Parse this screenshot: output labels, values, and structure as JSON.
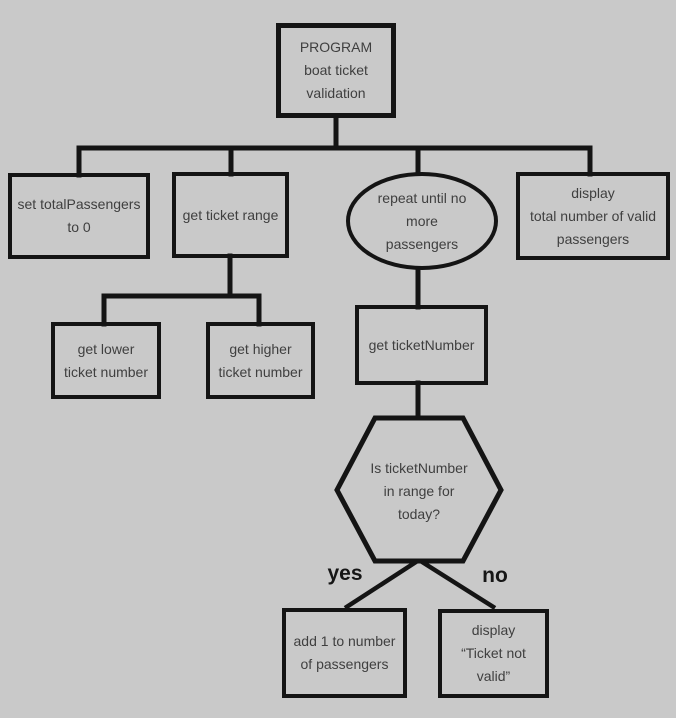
{
  "colors": {
    "background": "#c9c9c9",
    "line": "#141414",
    "text": "#3f3f3f"
  },
  "nodes": {
    "program": {
      "shape": "rectangle",
      "label": "PROGRAM\nboat ticket\nvalidation"
    },
    "set_total": {
      "shape": "rectangle",
      "label": "set totalPassengers\nto 0"
    },
    "get_range": {
      "shape": "rectangle",
      "label": "get ticket range"
    },
    "repeat_loop": {
      "shape": "ellipse",
      "label": "repeat until no\nmore\npassengers"
    },
    "display_total": {
      "shape": "rectangle",
      "label": "display\ntotal number of valid\npassengers"
    },
    "get_lower": {
      "shape": "rectangle",
      "label": "get lower\nticket number"
    },
    "get_higher": {
      "shape": "rectangle",
      "label": "get higher\nticket number"
    },
    "get_ticket_number": {
      "shape": "rectangle",
      "label": "get ticketNumber"
    },
    "decision": {
      "shape": "hexagon",
      "label": "Is ticketNumber\nin range for\ntoday?"
    },
    "add_one": {
      "shape": "rectangle",
      "label": "add 1 to number\nof passengers"
    },
    "display_invalid": {
      "shape": "rectangle",
      "label": "display\n“Ticket not\nvalid”"
    }
  },
  "edges": [
    {
      "from": "program",
      "to": "set_total"
    },
    {
      "from": "program",
      "to": "get_range"
    },
    {
      "from": "program",
      "to": "repeat_loop"
    },
    {
      "from": "program",
      "to": "display_total"
    },
    {
      "from": "get_range",
      "to": "get_lower"
    },
    {
      "from": "get_range",
      "to": "get_higher"
    },
    {
      "from": "repeat_loop",
      "to": "get_ticket_number"
    },
    {
      "from": "get_ticket_number",
      "to": "decision"
    },
    {
      "from": "decision",
      "to": "add_one",
      "label": "yes"
    },
    {
      "from": "decision",
      "to": "display_invalid",
      "label": "no"
    }
  ]
}
